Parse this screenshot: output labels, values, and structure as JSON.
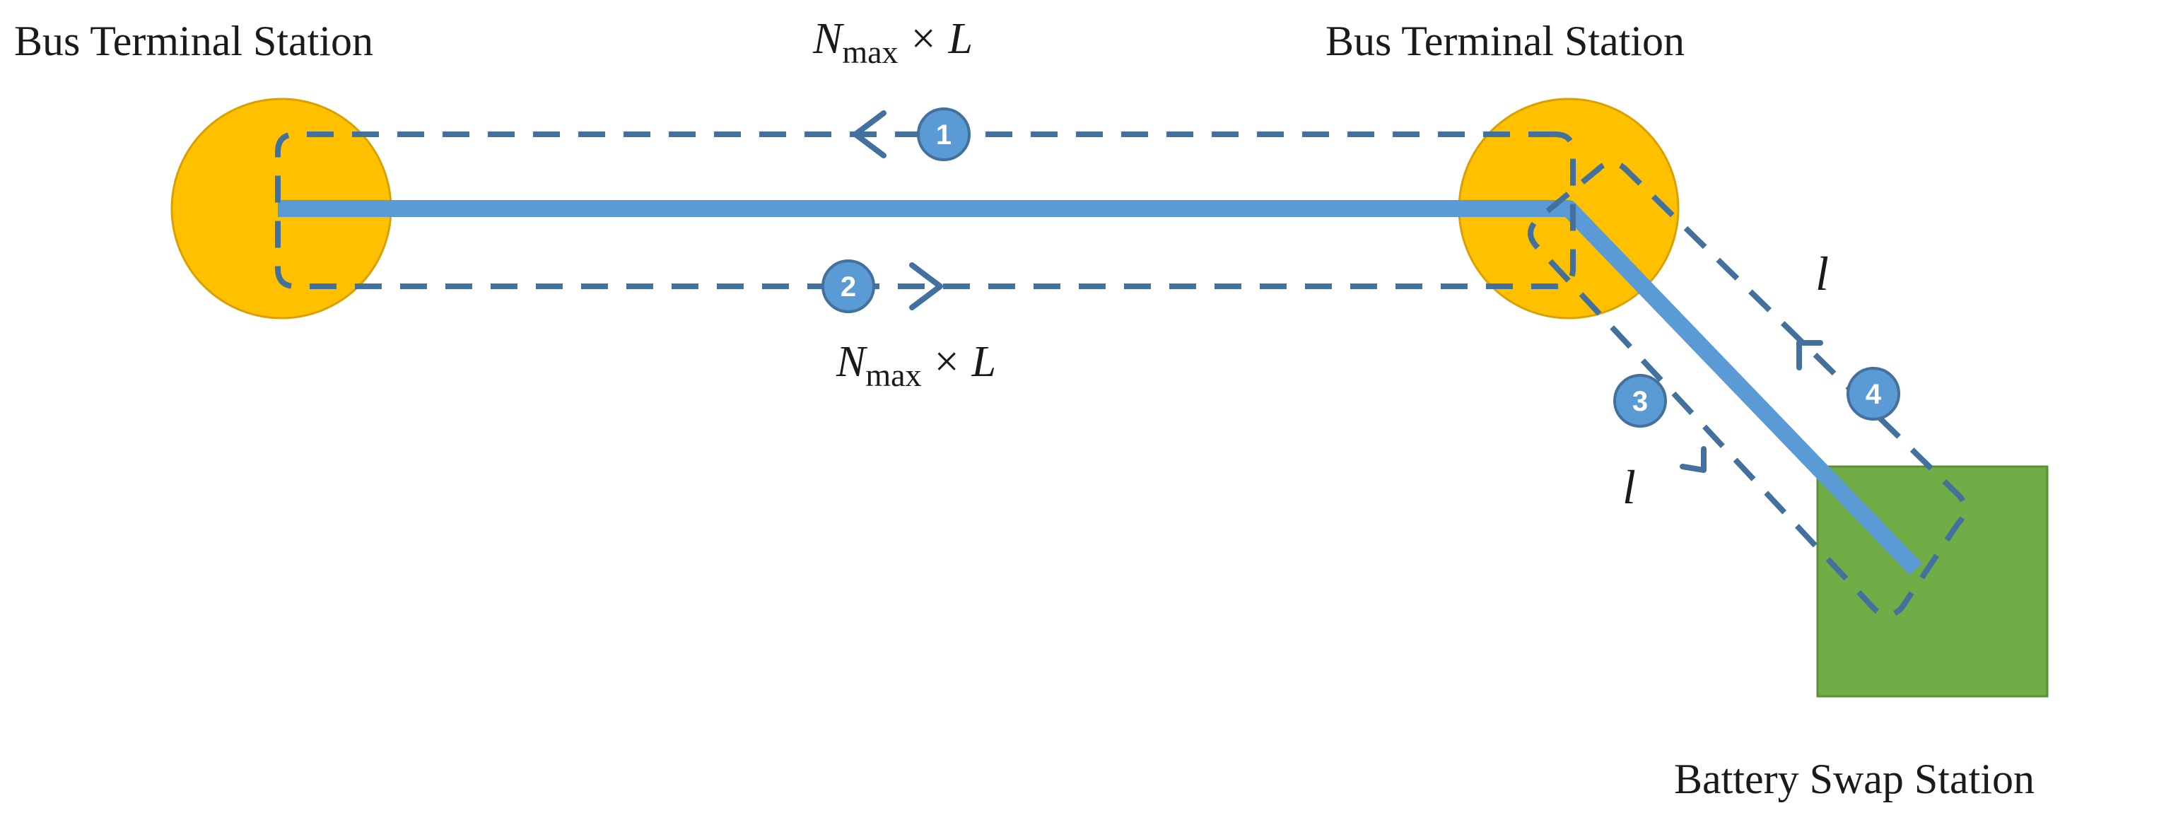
{
  "labels": {
    "left_station": "Bus Terminal Station",
    "right_station": "Bus Terminal Station",
    "swap_station": "Battery Swap Station"
  },
  "formulas": {
    "top": {
      "var": "N",
      "sub": "max",
      "op": "×",
      "len": "L"
    },
    "bottom": {
      "var": "N",
      "sub": "max",
      "op": "×",
      "len": "L"
    },
    "l_right": "l",
    "l_left": "l"
  },
  "markers": {
    "m1": "1",
    "m2": "2",
    "m3": "3",
    "m4": "4"
  },
  "colors": {
    "station": "#FFC000",
    "station_border": "#D9A100",
    "swap": "#70AD47",
    "swap_border": "#5B8F3A",
    "route": "#5B9BD5",
    "dashed": "#41719C",
    "marker_fill": "#5B9BD5",
    "marker_border": "#41719C"
  }
}
